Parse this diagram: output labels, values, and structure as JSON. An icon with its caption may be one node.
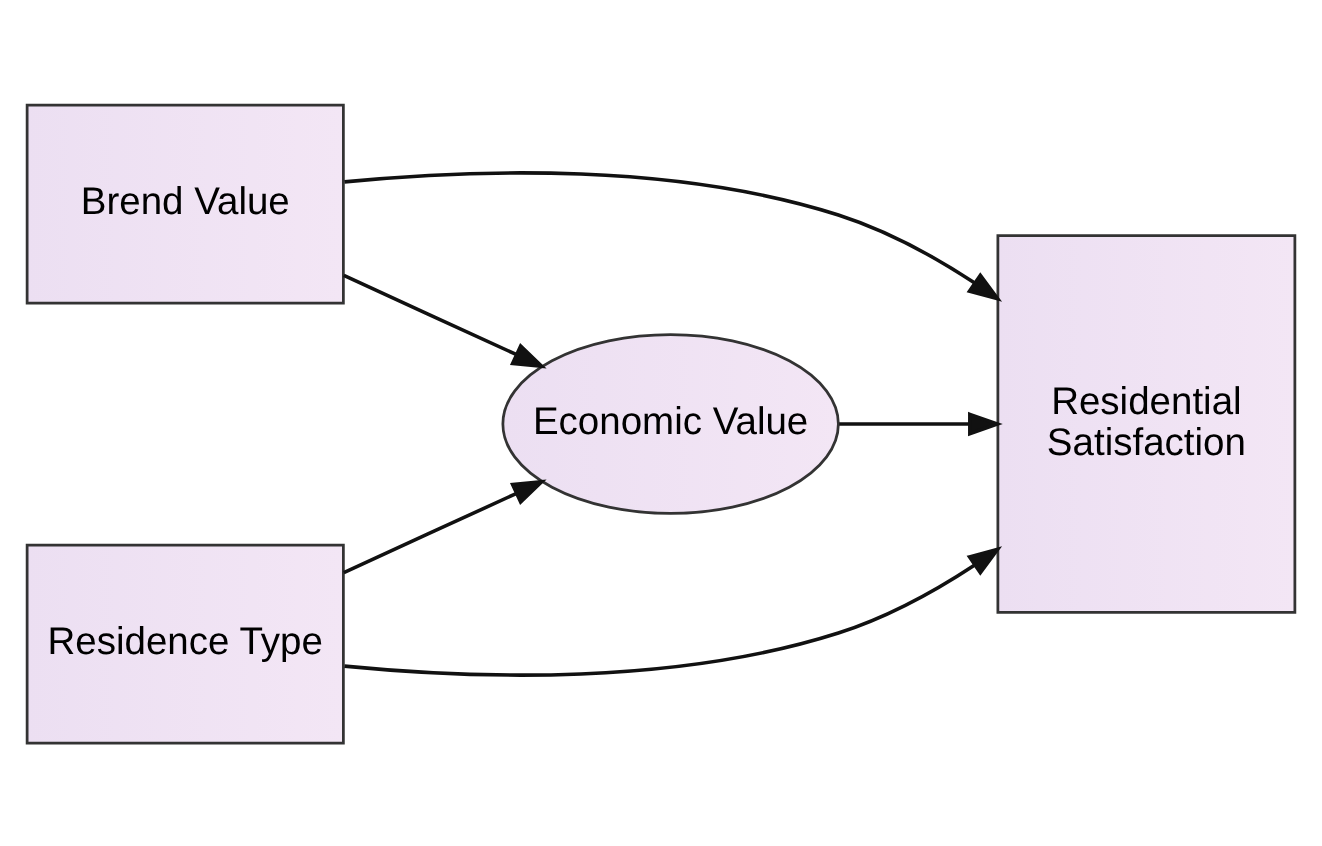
{
  "diagram": {
    "nodes": [
      {
        "text": [
          "Brend Value"
        ]
      },
      {
        "text": [
          "Economic Value"
        ]
      },
      {
        "text": [
          "Residential Satisfaction"
        ]
      },
      {
        "text": [
          "Residence Type"
        ]
      }
    ],
    "edges": [
      {
        "from": 0,
        "to": 1,
        "arrow": "to"
      },
      {
        "from": 0,
        "to": 2,
        "arrow": "to"
      },
      {
        "from": 1,
        "to": 2,
        "arrow": "to"
      },
      {
        "from": 3,
        "to": 1,
        "arrow": "to"
      },
      {
        "from": 3,
        "to": 2,
        "arrow": "to"
      }
    ]
  }
}
